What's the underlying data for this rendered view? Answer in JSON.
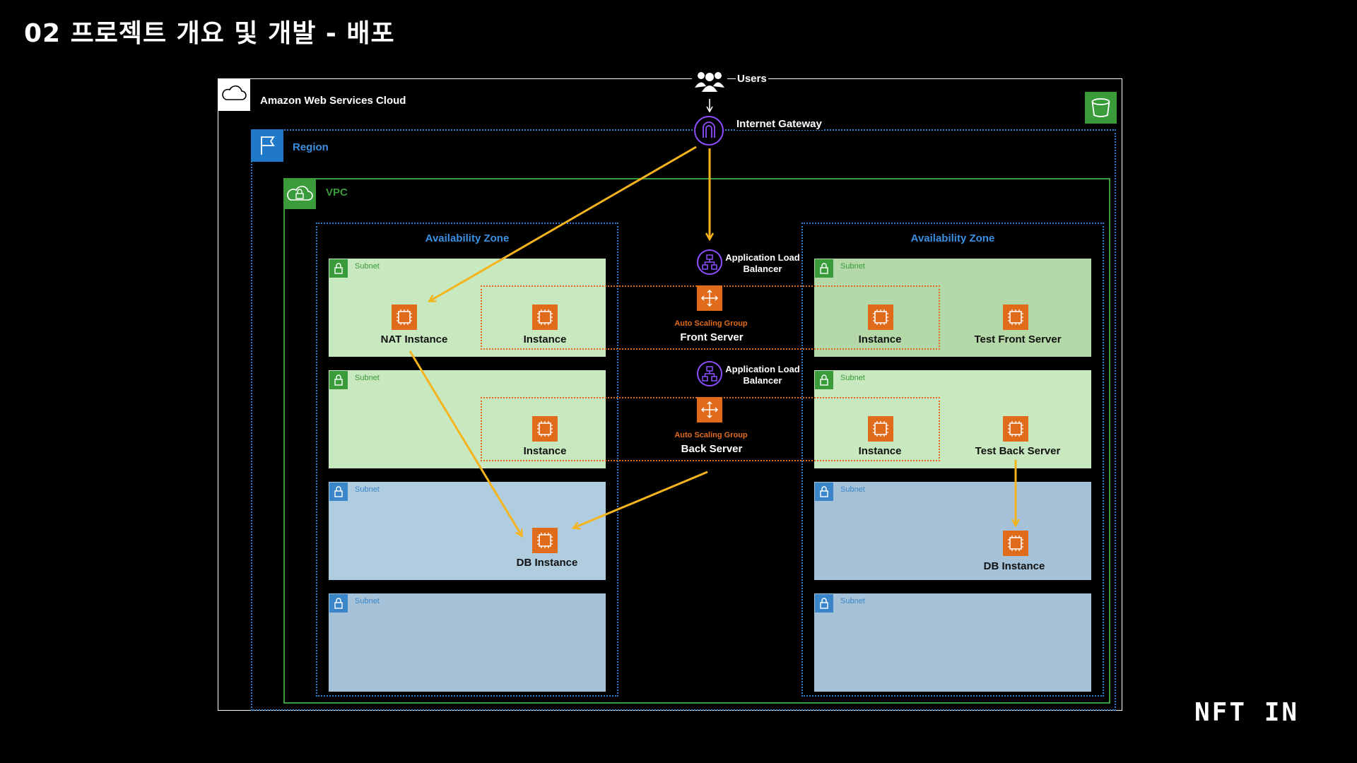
{
  "slide": {
    "title": "02 프로젝트 개요 및 개발 - 배포",
    "logo": "NFT IN"
  },
  "diagram": {
    "cloud": {
      "label": "Amazon Web Services Cloud",
      "icon": "cloud-icon"
    },
    "s3": {
      "icon": "s3-bucket-icon"
    },
    "region": {
      "label": "Region",
      "icon": "flag-icon"
    },
    "vpc": {
      "label": "VPC",
      "icon": "vpc-cloud-lock-icon"
    },
    "users": {
      "label": "Users",
      "icon": "users-icon"
    },
    "igw": {
      "label": "Internet Gateway",
      "icon": "internet-gateway-icon"
    },
    "alb_front": {
      "label_line1": "Application Load",
      "label_line2": "Balancer"
    },
    "alb_back": {
      "label_line1": "Application Load",
      "label_line2": "Balancer"
    },
    "asg_front": {
      "small": "Auto Scaling Group",
      "name": "Front Server"
    },
    "asg_back": {
      "small": "Auto Scaling Group",
      "name": "Back Server"
    },
    "az_left": {
      "label": "Availability Zone",
      "subnets": [
        "Subnet",
        "Subnet",
        "Subnet",
        "Subnet"
      ],
      "nat_instance": "NAT Instance",
      "front_instance": "Instance",
      "back_instance": "Instance",
      "db_instance": "DB Instance"
    },
    "az_right": {
      "label": "Availability Zone",
      "subnets": [
        "Subnet",
        "Subnet",
        "Subnet",
        "Subnet"
      ],
      "front_instance": "Instance",
      "test_front": "Test Front Server",
      "back_instance": "Instance",
      "test_back": "Test Back Server",
      "db_instance": "DB Instance"
    },
    "colors": {
      "arrow": "#f5b41e",
      "ec2": "#e06b1a",
      "public_subnet": "#c8e8c0",
      "private_subnet": "#b0cde0",
      "vpc": "#3a9b3a",
      "region": "#2e7fd0",
      "alb": "#8c4fff"
    }
  }
}
